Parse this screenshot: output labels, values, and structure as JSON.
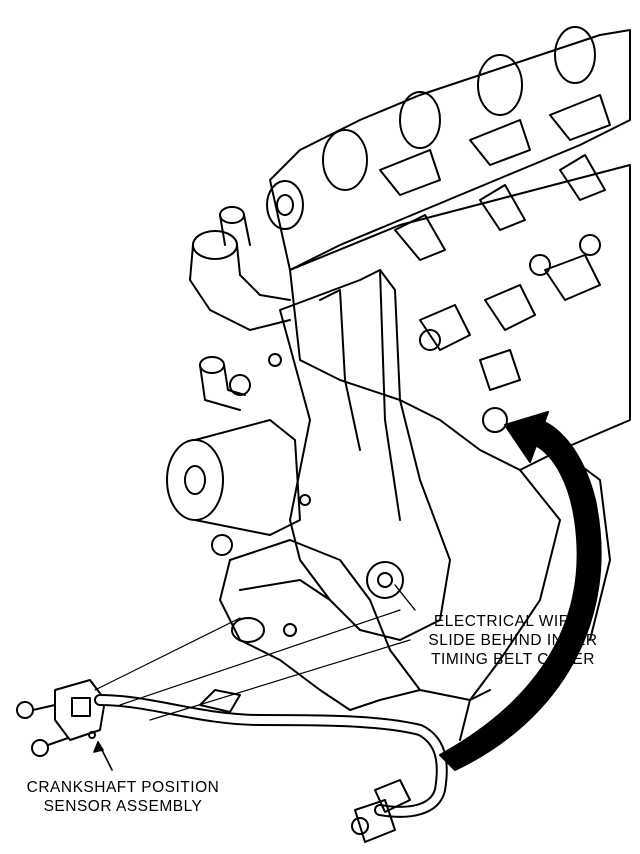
{
  "labels": {
    "electrical_wires": [
      "ELECTRICAL WIRES",
      "SLIDE BEHIND INNER",
      "TIMING BELT COVER"
    ],
    "crankshaft_sensor": [
      "CRANKSHAFT POSITION",
      "SENSOR ASSEMBLY"
    ]
  },
  "colors": {
    "ink": "#000000",
    "paper": "#ffffff"
  }
}
